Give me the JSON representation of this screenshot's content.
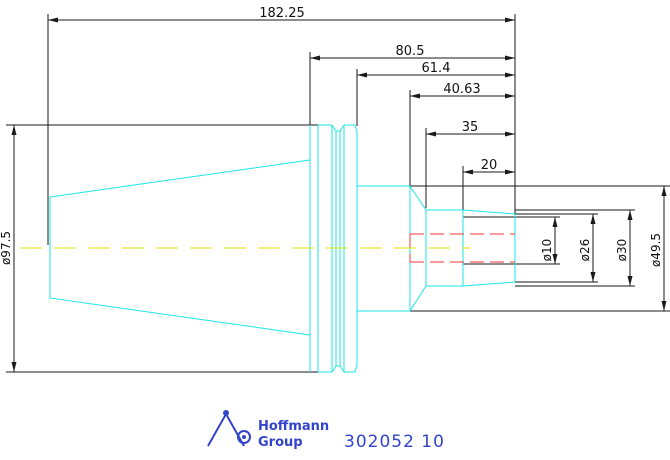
{
  "dimensions": {
    "overall_length": "182.25",
    "length_80_5": "80.5",
    "length_61_4": "61.4",
    "length_40_63": "40.63",
    "length_35": "35",
    "length_20": "20",
    "dia_97_5": "ø97.5",
    "dia_10": "ø10",
    "dia_26": "ø26",
    "dia_30": "ø30",
    "dia_49_5": "ø49.5"
  },
  "titleblock": {
    "brand_line1": "Hoffmann",
    "brand_line2": "Group",
    "part_number": "302052 10"
  },
  "colors": {
    "outline": "#1ee6e6",
    "dimension": "#1a1a1a",
    "hidden_bore": "#ff3030",
    "centerline": "#e6e600",
    "brand": "#3344cc"
  }
}
